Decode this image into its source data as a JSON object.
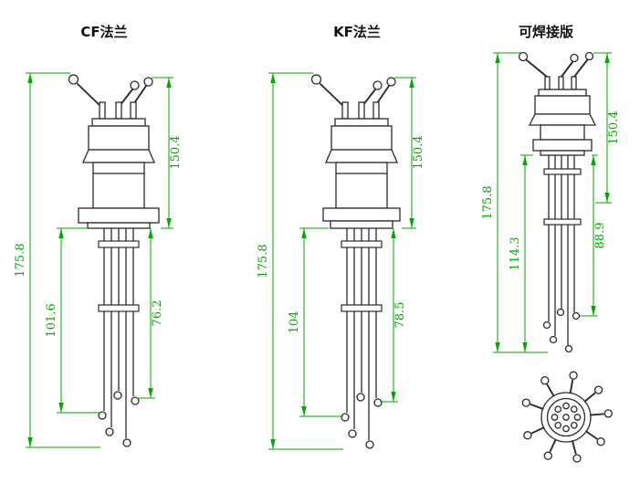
{
  "colors": {
    "ink": "#2b2b2b",
    "dim": "#00aa00"
  },
  "variants": {
    "cf": {
      "title": "CF法兰",
      "dims": {
        "overall_left": "175.8",
        "inner_left": "101.6",
        "outer_right": "150.4",
        "inner_right": "76.2"
      }
    },
    "kf": {
      "title": "KF法兰",
      "dims": {
        "overall_left": "175.8",
        "inner_left": "104",
        "outer_right": "150.4",
        "inner_right": "78.5"
      }
    },
    "weldable": {
      "title": "可焊接版",
      "dims": {
        "overall_left": "175.8",
        "inner_left": "114.3",
        "outer_right": "150.4",
        "inner_right": "88.9"
      }
    }
  }
}
